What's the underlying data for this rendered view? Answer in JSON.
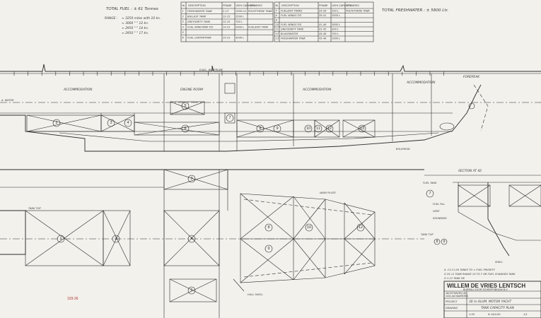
{
  "header": {
    "total_fuel": "TOTAL FUEL : ± 61 Tonnes",
    "range_label": "RANGE :",
    "range_rows": [
      "≈ 3250 miles with 10 kn.",
      "≈ 3000 \"    \"    12 kn.",
      "≈ 2950 \"    \"    14 kn.",
      "≈ 2950 \"    \"    17 kn."
    ],
    "total_freshwater": "TOTAL FRESHWATER : ± 5800 Ltr."
  },
  "tank_table_left": {
    "headers": [
      "Nr",
      "DESCRIPTION",
      "FRAME",
      "100% CAPACITY",
      "REMARKS"
    ],
    "rows": [
      [
        "1",
        "FRESHWATER TANK",
        "2-13",
        "1900 Ltr",
        "POLYETHENE TANK"
      ],
      [
        "2",
        "BALLAST TANK",
        "12-15",
        "2500 L",
        ""
      ],
      [
        "3",
        "GREY/DIRTY TANK",
        "12-15",
        "750 L",
        ""
      ],
      [
        "4",
        "FUEL WINGTANK P/S",
        "14-23",
        "2900 L",
        "FUEL/DAY TANK"
      ],
      [
        "5",
        "",
        "",
        "",
        ""
      ],
      [
        "6",
        "FUEL CENTERTANK",
        "15-23",
        "4500 L",
        ""
      ]
    ]
  },
  "tank_table_right": {
    "headers": [
      "Nr",
      "DESCRIPTION",
      "FRAME",
      "100% CAPACITY",
      "REMARKS"
    ],
    "rows": [
      [
        "7",
        "FUEL/DAY TANKS",
        "24-28",
        "250 L",
        "POLYETHENE TANK"
      ],
      [
        "8",
        "FUEL WINGS P/S",
        "28-41",
        "2850 L",
        ""
      ],
      [
        "9",
        "",
        "",
        "",
        ""
      ],
      [
        "10",
        "FUEL WINGS P/S",
        "41-48",
        "3800 L",
        ""
      ],
      [
        "11",
        "GREY/DIRTY TANK",
        "41-45",
        "200 L",
        ""
      ],
      [
        "12",
        "BLACKWATER",
        "45-48",
        "750 L",
        ""
      ],
      [
        "13",
        "FRESHWATER TANK",
        "45-48",
        "1900 L",
        ""
      ]
    ]
  },
  "profile": {
    "compartments": [
      "ACCOMMODATION",
      "ENGINE ROOM",
      "ACCOMMODATION",
      "ACCOMMODATION",
      "FOREPEAK"
    ],
    "waterline_label": "D.W.L. WATERLINE",
    "bulkhead_label": "BULKHEAD",
    "aft_label": "A. WATER",
    "tank_numbers": [
      "2",
      "3",
      "4",
      "5",
      "6",
      "7",
      "8",
      "9",
      "10",
      "11",
      "12",
      "13"
    ]
  },
  "plan": {
    "left_label": "TANK TOP",
    "wash_label": "WASH PLATE",
    "hull_label": "HULL SHELL",
    "tank_numbers": [
      "1",
      "2",
      "3",
      "4",
      "5",
      "8",
      "9",
      "10",
      "12"
    ]
  },
  "section": {
    "title": "SECTION AT 42",
    "labels": [
      "FUEL TANK",
      "FUEL FILL",
      "VENT",
      "SOUNDING",
      "TANK TOP",
      "SHELL"
    ]
  },
  "notes": {
    "revision_lines": [
      "A. 13-11-00 TANKS TO ≈ FUEL PRIORITY",
      "O 25-11 TANK RANGE 10 TO 7 OR FUEL CHANGED TANK",
      "O 1-12 TANK OK"
    ],
    "corner_stamp": "103-26"
  },
  "title_block": {
    "company": "WILLEM DE VRIES LENTSCH",
    "subtitle": "BUREAU VOOR SCHEEPSBOUW B.V.",
    "address_lines": [
      "JACHTHAVEN 45",
      "1411 AA NAARDEN"
    ],
    "project_label": "PROJECT",
    "project": "30 m ALUM. MOTOR YACHT",
    "drawing_label": "DRAWING",
    "drawing": "TANK CAPACITY PLAN",
    "scale": "1:50",
    "number": "N 18/1/00",
    "sheet": "1/1"
  }
}
